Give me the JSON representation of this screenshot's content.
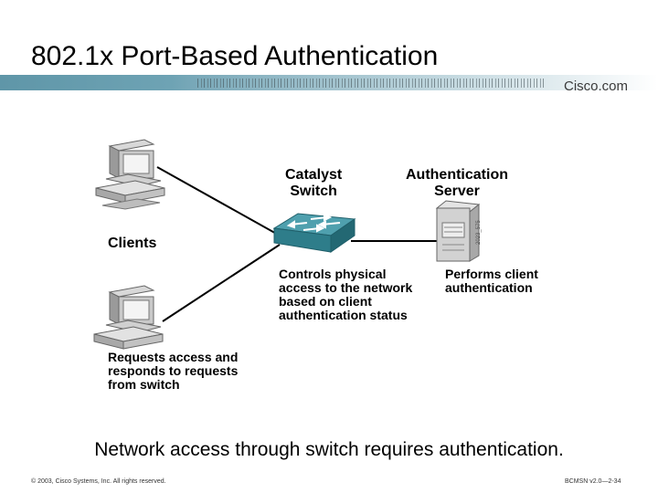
{
  "header": {
    "title": "802.1x Port-Based Authentication",
    "brand": "Cisco.com"
  },
  "diagram": {
    "clients_label": "Clients",
    "switch_label": [
      "Catalyst",
      "Switch"
    ],
    "server_label": [
      "Authentication",
      "Server"
    ],
    "client_note": [
      "Requests access and",
      "responds to requests",
      "from switch"
    ],
    "switch_note": [
      "Controls physical",
      "access to the network",
      "based on client",
      "authentication status"
    ],
    "server_note": [
      "Performs client",
      "authentication"
    ],
    "figure_id": "2023_575"
  },
  "caption": "Network access through switch requires authentication.",
  "footer": {
    "copyright": "© 2003, Cisco Systems, Inc. All rights reserved.",
    "slide_ref": "BCMSN v2.0—2-34"
  }
}
